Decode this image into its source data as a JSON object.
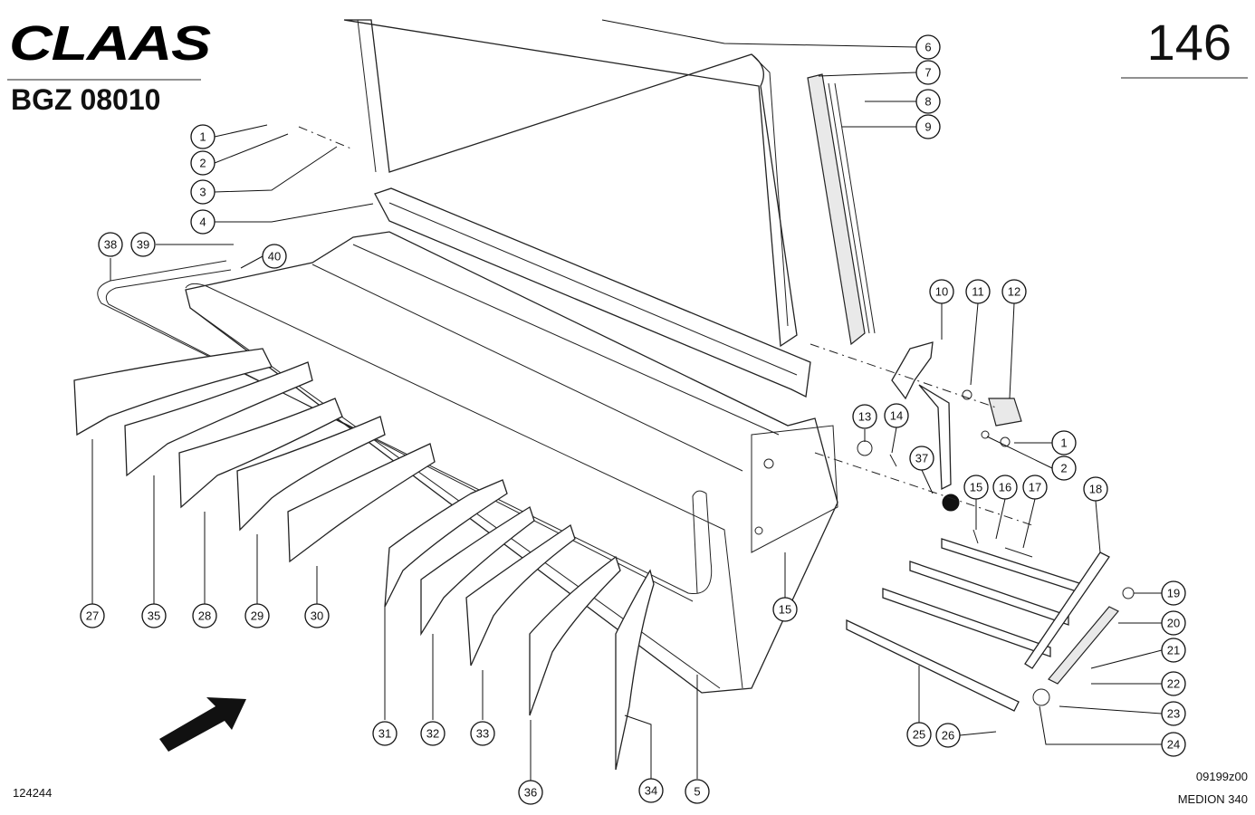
{
  "header": {
    "brand": "CLAAS",
    "page_number": "146",
    "doc_code": "BGZ 08010"
  },
  "footer": {
    "drawing_number": "124244",
    "reference": "09199z00",
    "model": "MEDION 340"
  },
  "callouts": [
    "1",
    "2",
    "3",
    "4",
    "38",
    "39",
    "40",
    "6",
    "7",
    "8",
    "9",
    "10",
    "11",
    "12",
    "1",
    "2",
    "13",
    "14",
    "37",
    "15",
    "16",
    "17",
    "18",
    "19",
    "20",
    "21",
    "22",
    "23",
    "24",
    "26",
    "25",
    "27",
    "35",
    "28",
    "29",
    "30",
    "31",
    "32",
    "33",
    "36",
    "34",
    "5",
    "15"
  ],
  "icons": {
    "flow_direction": "arrow-icon",
    "brand_logo": "claas-logo"
  }
}
